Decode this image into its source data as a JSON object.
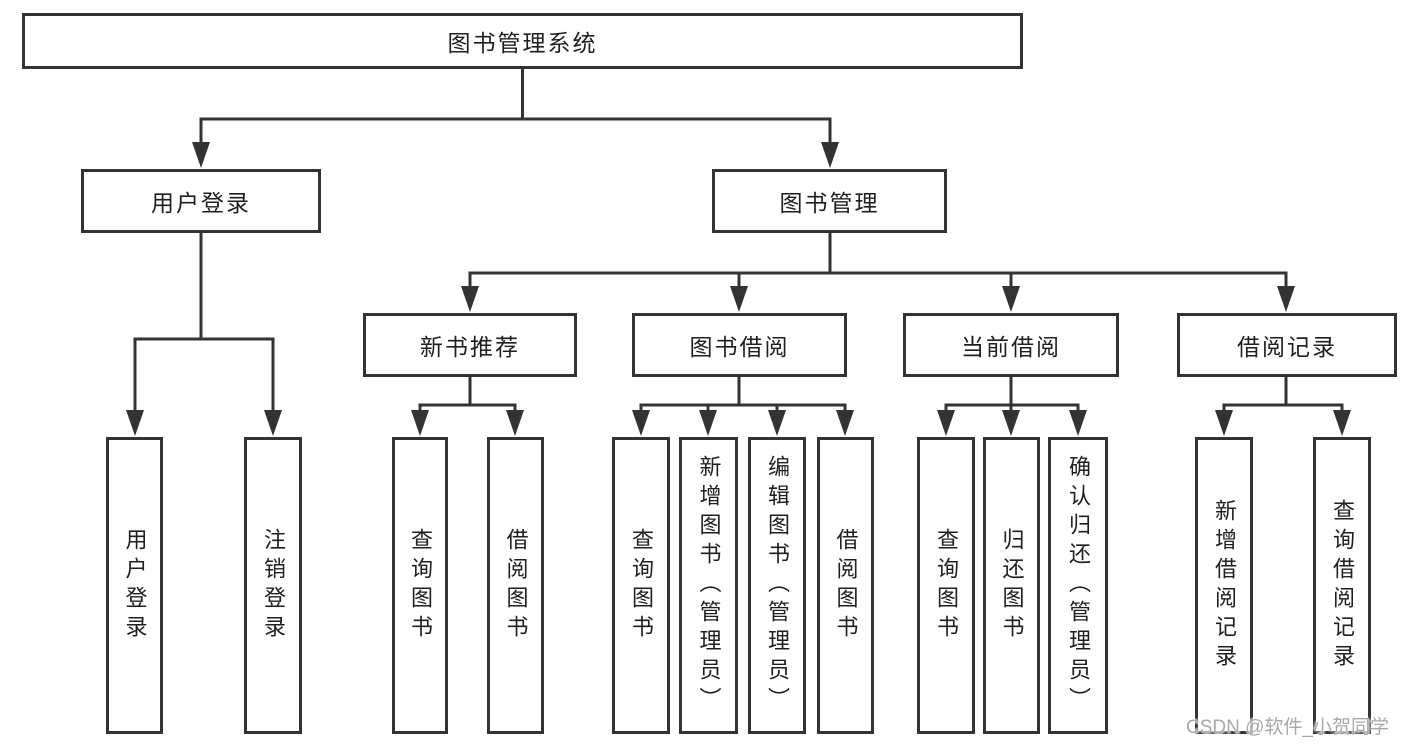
{
  "diagram": {
    "root": {
      "label": "图书管理系统"
    },
    "branches": [
      {
        "label": "用户登录",
        "children": [
          {
            "label": "用户登录"
          },
          {
            "label": "注销登录"
          }
        ]
      },
      {
        "label": "图书管理",
        "children": [
          {
            "label": "新书推荐",
            "children": [
              {
                "label": "查询图书"
              },
              {
                "label": "借阅图书"
              }
            ]
          },
          {
            "label": "图书借阅",
            "children": [
              {
                "label": "查询图书"
              },
              {
                "label": "新增图书（管理员）"
              },
              {
                "label": "编辑图书（管理员）"
              },
              {
                "label": "借阅图书"
              }
            ]
          },
          {
            "label": "当前借阅",
            "children": [
              {
                "label": "查询图书"
              },
              {
                "label": "归还图书"
              },
              {
                "label": "确认归还（管理员）"
              }
            ]
          },
          {
            "label": "借阅记录",
            "children": [
              {
                "label": "新增借阅记录"
              },
              {
                "label": "查询借阅记录"
              }
            ]
          }
        ]
      }
    ]
  },
  "watermark": "CSDN @软件_小贺同学",
  "colors": {
    "line": "#333333",
    "text": "#1f1f1f",
    "watermark": "#a8a8ac",
    "background": "#ffffff"
  }
}
